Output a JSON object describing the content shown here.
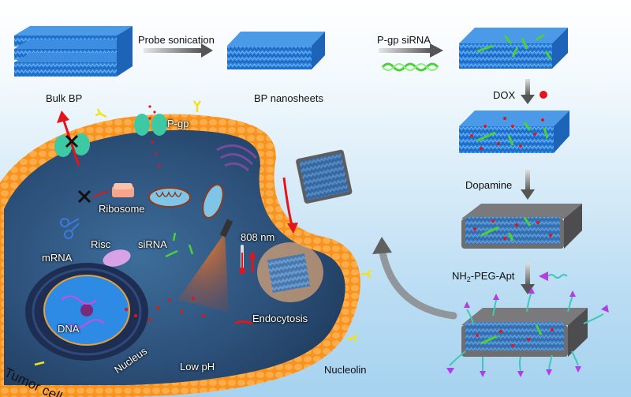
{
  "figure": {
    "labels": {
      "bulk_bp": "Bulk BP",
      "probe_sonication": "Probe sonication",
      "bp_nanosheets": "BP nanosheets",
      "pgp_sirna": "P-gp siRNA",
      "dox": "DOX",
      "dopamine": "Dopamine",
      "nh2_peg_apt_prefix": "NH",
      "nh2_peg_apt_sub": "2",
      "nh2_peg_apt_suffix": "-PEG-Apt",
      "pgp": "P-gp",
      "ribosome": "Ribosome",
      "risc": "Risc",
      "sirna": "siRNA",
      "mrna": "mRNA",
      "laser": "808 nm",
      "endocytosis": "Endocytosis",
      "dna": "DNA",
      "nucleus": "Nucleus",
      "low_ph": "Low pH",
      "tumor_cell": "Tumor cell",
      "nucleolin": "Nucleolin"
    },
    "colors": {
      "bp_blue": "#2a7fd8",
      "sirna_green": "#4cd13a",
      "dox_red": "#e0161b",
      "membrane_orange": "#f7931e",
      "cytoplasm": "#2c4f78",
      "pda_gray": "#6e6e70",
      "aptamer_purple": "#b23de8",
      "peg_teal": "#3fc7b8",
      "pgp_teal": "#3ec9a5",
      "arrow_gray": "#6a6a6a",
      "nucleolin_yellow": "#f2e21a"
    }
  }
}
